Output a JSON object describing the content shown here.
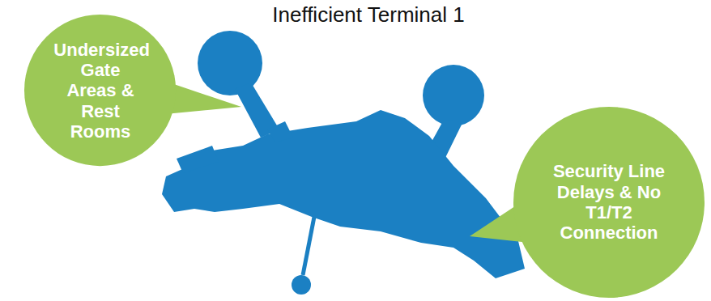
{
  "diagram": {
    "title": "Inefficient Terminal 1",
    "nodes": [
      {
        "text": [
          "Undersized Gate Areas & Rest Rooms"
        ]
      },
      {
        "text": [
          "Security Line Delays & No T1/T2 Connection"
        ]
      }
    ]
  }
}
